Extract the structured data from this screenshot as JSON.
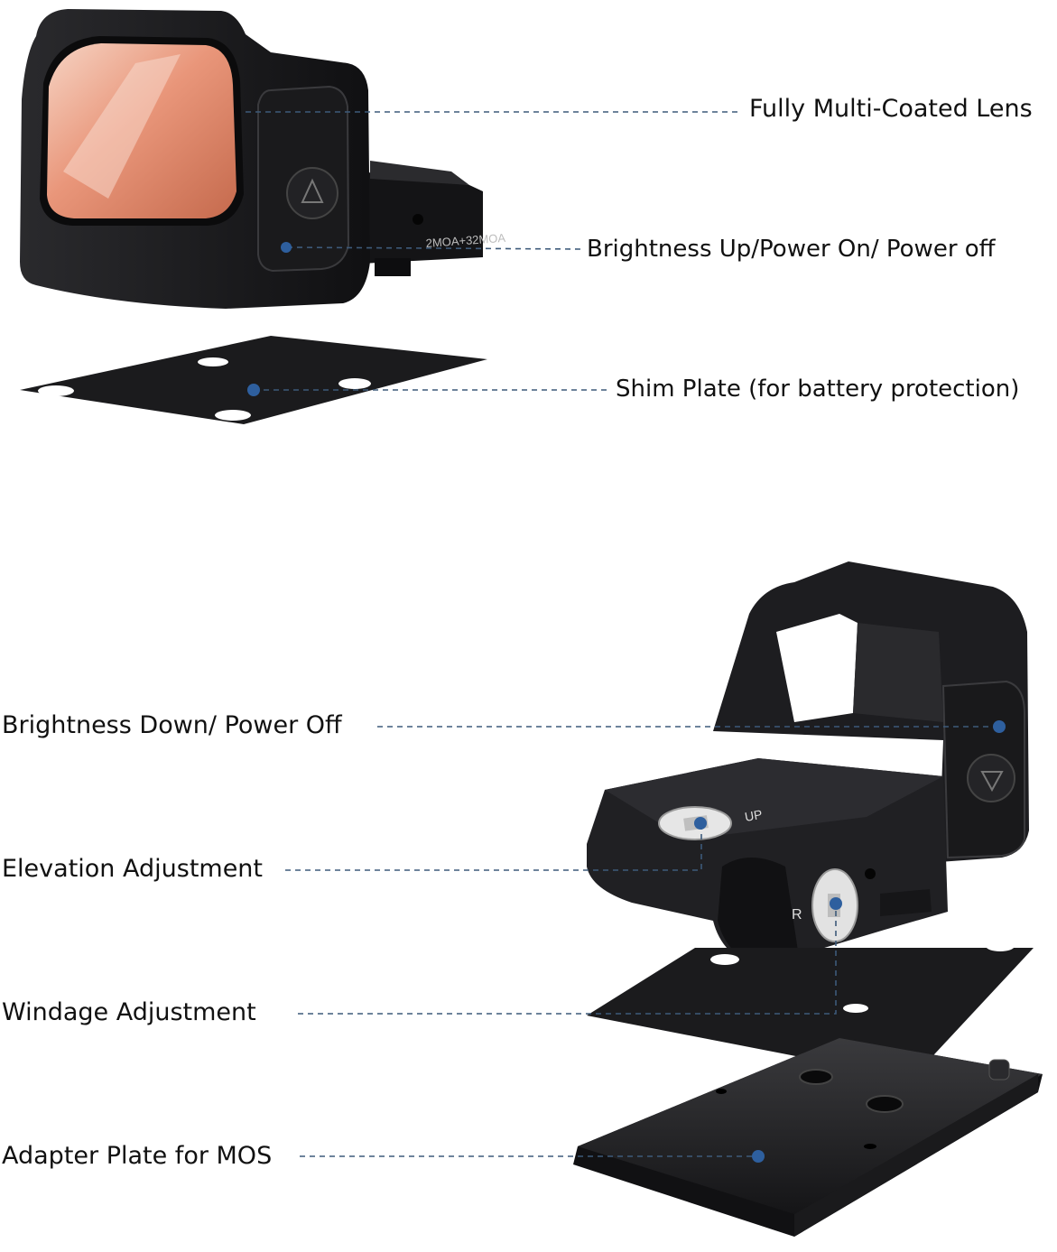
{
  "labels": {
    "lens": "Fully Multi-Coated Lens",
    "brightness_up": "Brightness Up/Power On/ Power off",
    "shim_plate": "Shim Plate (for battery protection)",
    "brightness_down": "Brightness Down/ Power Off",
    "elevation": "Elevation Adjustment",
    "windage": "Windage Adjustment",
    "adapter_plate": "Adapter Plate for MOS"
  },
  "engravings": {
    "reticle_spec": "2MOA+32MOA",
    "up_mark": "UP",
    "right_mark": "R"
  },
  "colors": {
    "leader_line": "#3d5a7a",
    "marker_dot": "#2e5f9e",
    "body": "#1c1c1e",
    "lens_tint": "#e8a287"
  }
}
